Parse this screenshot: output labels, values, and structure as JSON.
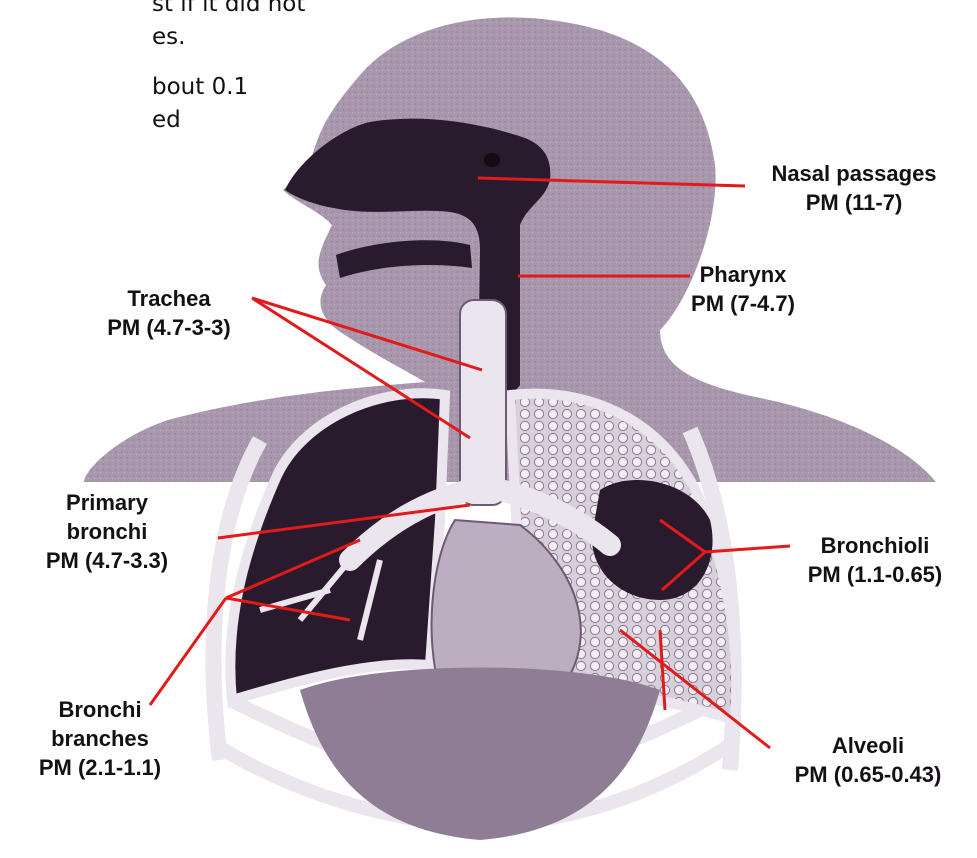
{
  "background_text": {
    "lines_top": [
      "st if it did not",
      "es."
    ],
    "lines_bottom": [
      "bout 0.1",
      "ed"
    ]
  },
  "labels": {
    "nasal": {
      "line1": "Nasal passages",
      "line2": "PM (11-7)"
    },
    "pharynx": {
      "line1": "Pharynx",
      "line2": "PM (7-4.7)"
    },
    "trachea": {
      "line1": "Trachea",
      "line2": "PM (4.7-3-3)"
    },
    "primary": {
      "line1": "Primary",
      "line2": "bronchi",
      "line3": "PM (4.7-3.3)"
    },
    "bronchioli": {
      "line1": "Bronchioli",
      "line2": "PM (1.1-0.65)"
    },
    "bronchi_branches": {
      "line1": "Bronchi",
      "line2": "branches",
      "line3": "PM (2.1-1.1)"
    },
    "alveoli": {
      "line1": "Alveoli",
      "line2": "PM (0.65-0.43)"
    }
  },
  "colors": {
    "silhouette": "#a897ad",
    "airway": "#2a1a2d",
    "lung_light": "#d8cfdc",
    "pointer": "#e21a1a",
    "ribs": "#ebe5ee"
  }
}
